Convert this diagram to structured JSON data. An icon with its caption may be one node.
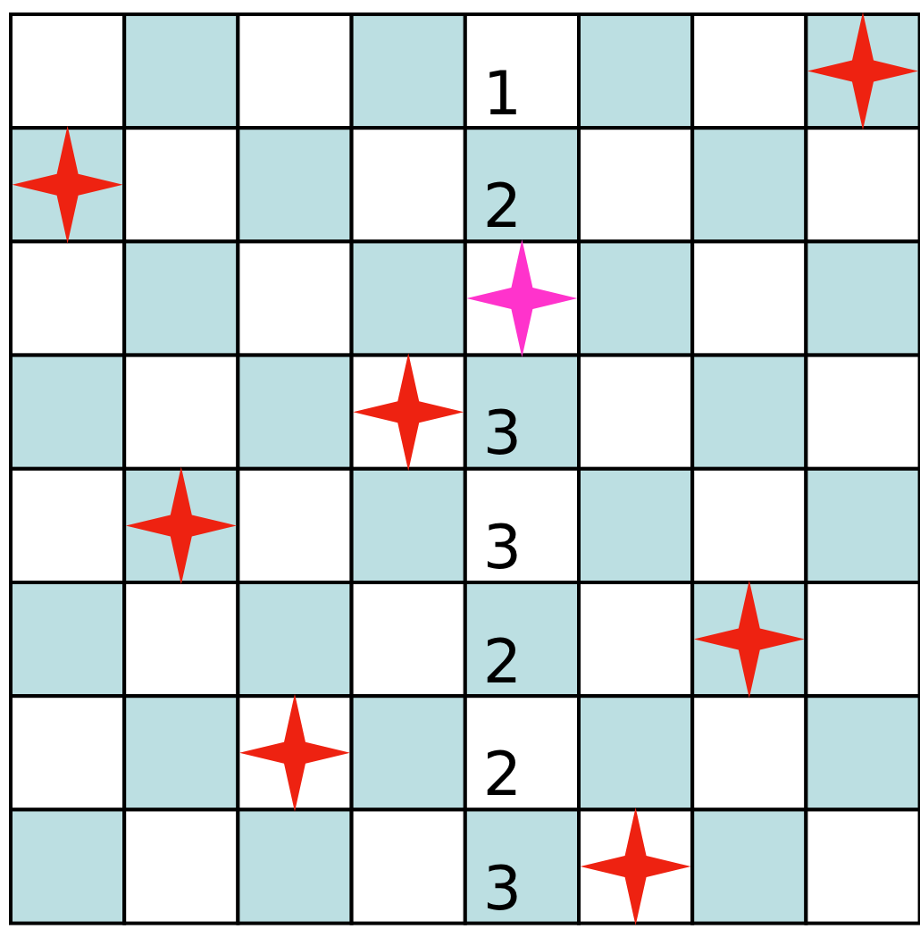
{
  "diagram": {
    "labels": [
      "1",
      "2",
      "3",
      "3",
      "2",
      "2",
      "3"
    ]
  }
}
